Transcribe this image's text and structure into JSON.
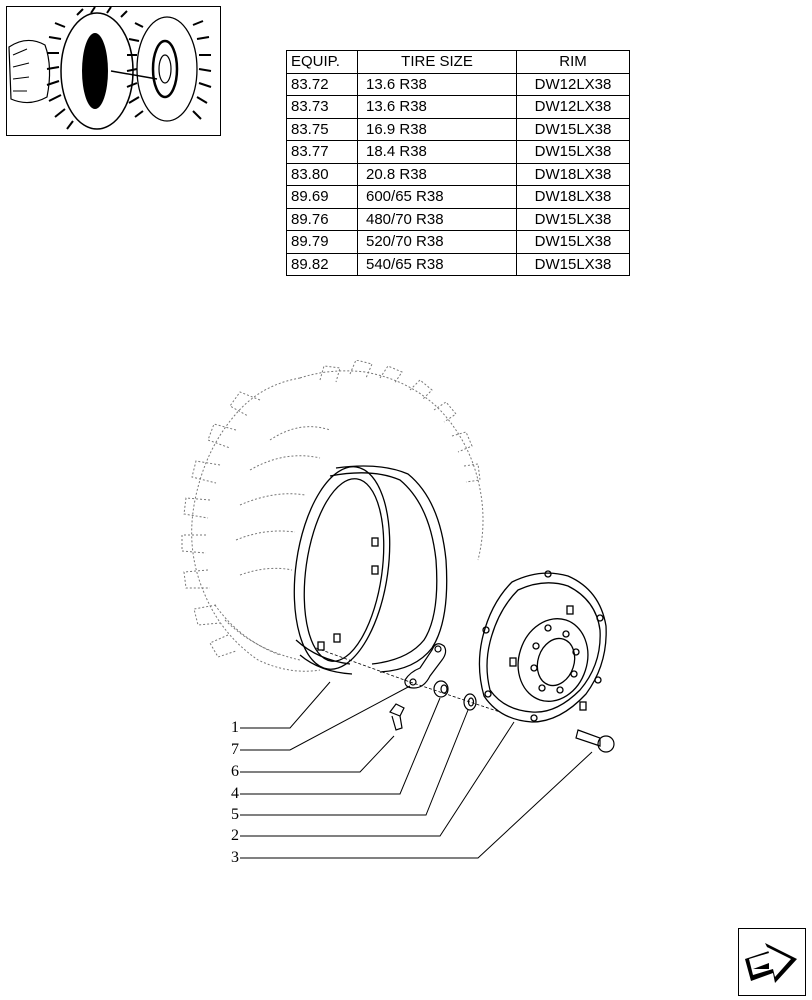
{
  "table": {
    "headers": [
      "EQUIP.",
      "TIRE SIZE",
      "RIM"
    ],
    "rows": [
      [
        "83.72",
        "13.6 R38",
        "DW12LX38"
      ],
      [
        "83.73",
        "13.6 R38",
        "DW12LX38"
      ],
      [
        "83.75",
        "16.9 R38",
        "DW15LX38"
      ],
      [
        "83.77",
        "18.4 R38",
        "DW15LX38"
      ],
      [
        "83.80",
        "20.8 R38",
        "DW18LX38"
      ],
      [
        "89.69",
        "600/65 R38",
        "DW18LX38"
      ],
      [
        "89.76",
        "480/70 R38",
        "DW15LX38"
      ],
      [
        "89.79",
        "520/70 R38",
        "DW15LX38"
      ],
      [
        "89.82",
        "540/65 R38",
        "DW15LX38"
      ]
    ]
  },
  "callouts": [
    "1",
    "7",
    "6",
    "4",
    "5",
    "2",
    "3"
  ],
  "icons": {
    "thumbnail": "tractor-wheel-thumbnail",
    "nav": "next-page-arrow-icon"
  }
}
